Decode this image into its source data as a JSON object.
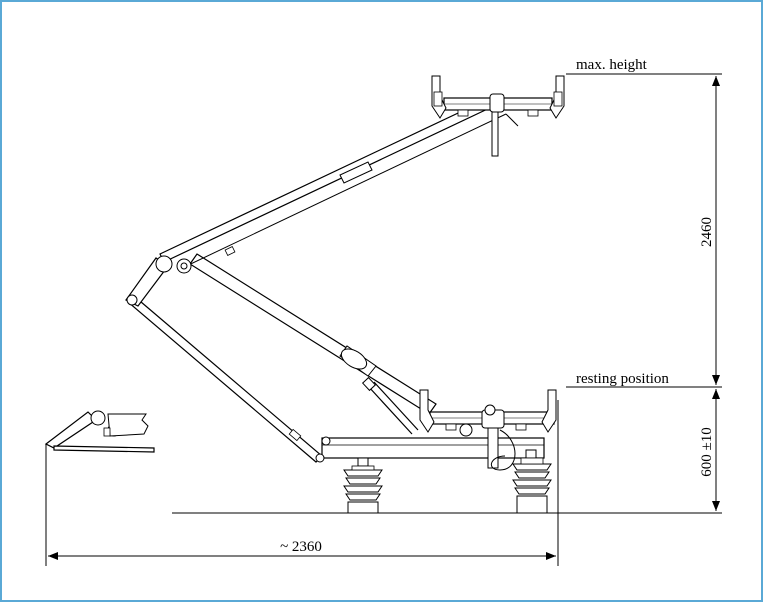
{
  "labels": {
    "max_height": "max. height",
    "resting_position": "resting position",
    "height_range": "2460",
    "resting_height": "600 ±10",
    "length": "~ 2360"
  }
}
